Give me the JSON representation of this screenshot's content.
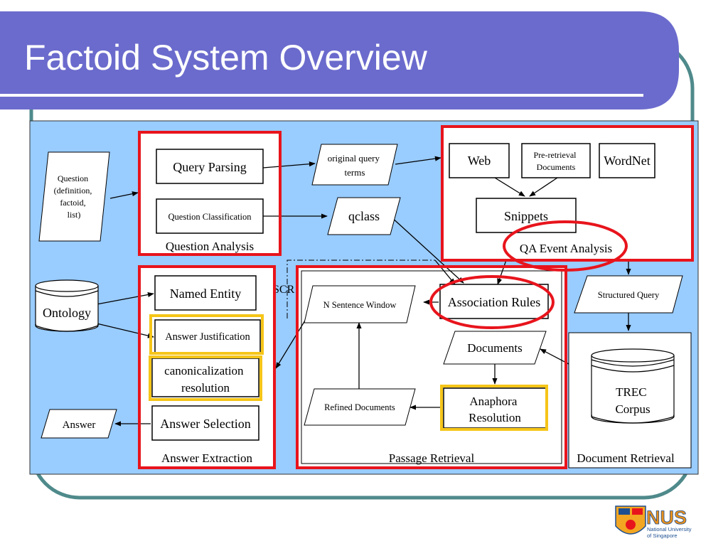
{
  "slide": {
    "title": "Factoid System Overview",
    "colors": {
      "title_band": "#6b6bcd",
      "teal_frame": "#4f8a8b",
      "diagram_bg": "#99ccff",
      "red_highlight": "#e8141c",
      "gold_highlight": "#f5c518"
    }
  },
  "question_analysis": {
    "label": "Question Analysis",
    "query_parsing": "Query Parsing",
    "question_classification": "Question Classification"
  },
  "inputs": {
    "question_lines": [
      "Question",
      "(definition,",
      "factoid,",
      "list)"
    ],
    "ontology": "Ontology",
    "original_terms_lines": [
      "original query",
      "terms"
    ],
    "qclass": "qclass",
    "answer": "Answer"
  },
  "qa_event": {
    "web": "Web",
    "pre_retrieval_lines": [
      "Pre-retrieval",
      "Documents"
    ],
    "wordnet": "WordNet",
    "snippets": "Snippets",
    "label": "QA Event Analysis"
  },
  "answer_extraction": {
    "label": "Answer Extraction",
    "named_entity": "Named Entity",
    "answer_justification": "Answer Justification",
    "canonicalization_lines": [
      "canonicalization",
      "resolution"
    ],
    "answer_selection": "Answer Selection"
  },
  "passage_retrieval": {
    "label": "Passage Retrieval",
    "n_sentence_window": "N Sentence Window",
    "association_rules": "Association Rules",
    "documents": "Documents",
    "anaphora_lines": [
      "Anaphora",
      "Resolution"
    ],
    "refined_documents": "Refined Documents"
  },
  "document_retrieval": {
    "label": "Document Retrieval",
    "structured_query": "Structured Query",
    "trec_lines": [
      "TREC",
      "Corpus"
    ]
  },
  "misc": {
    "scr_fragment": "SCR"
  },
  "logo": {
    "text": "NUS",
    "sub_lines": [
      "National University",
      "of Singapore"
    ]
  }
}
